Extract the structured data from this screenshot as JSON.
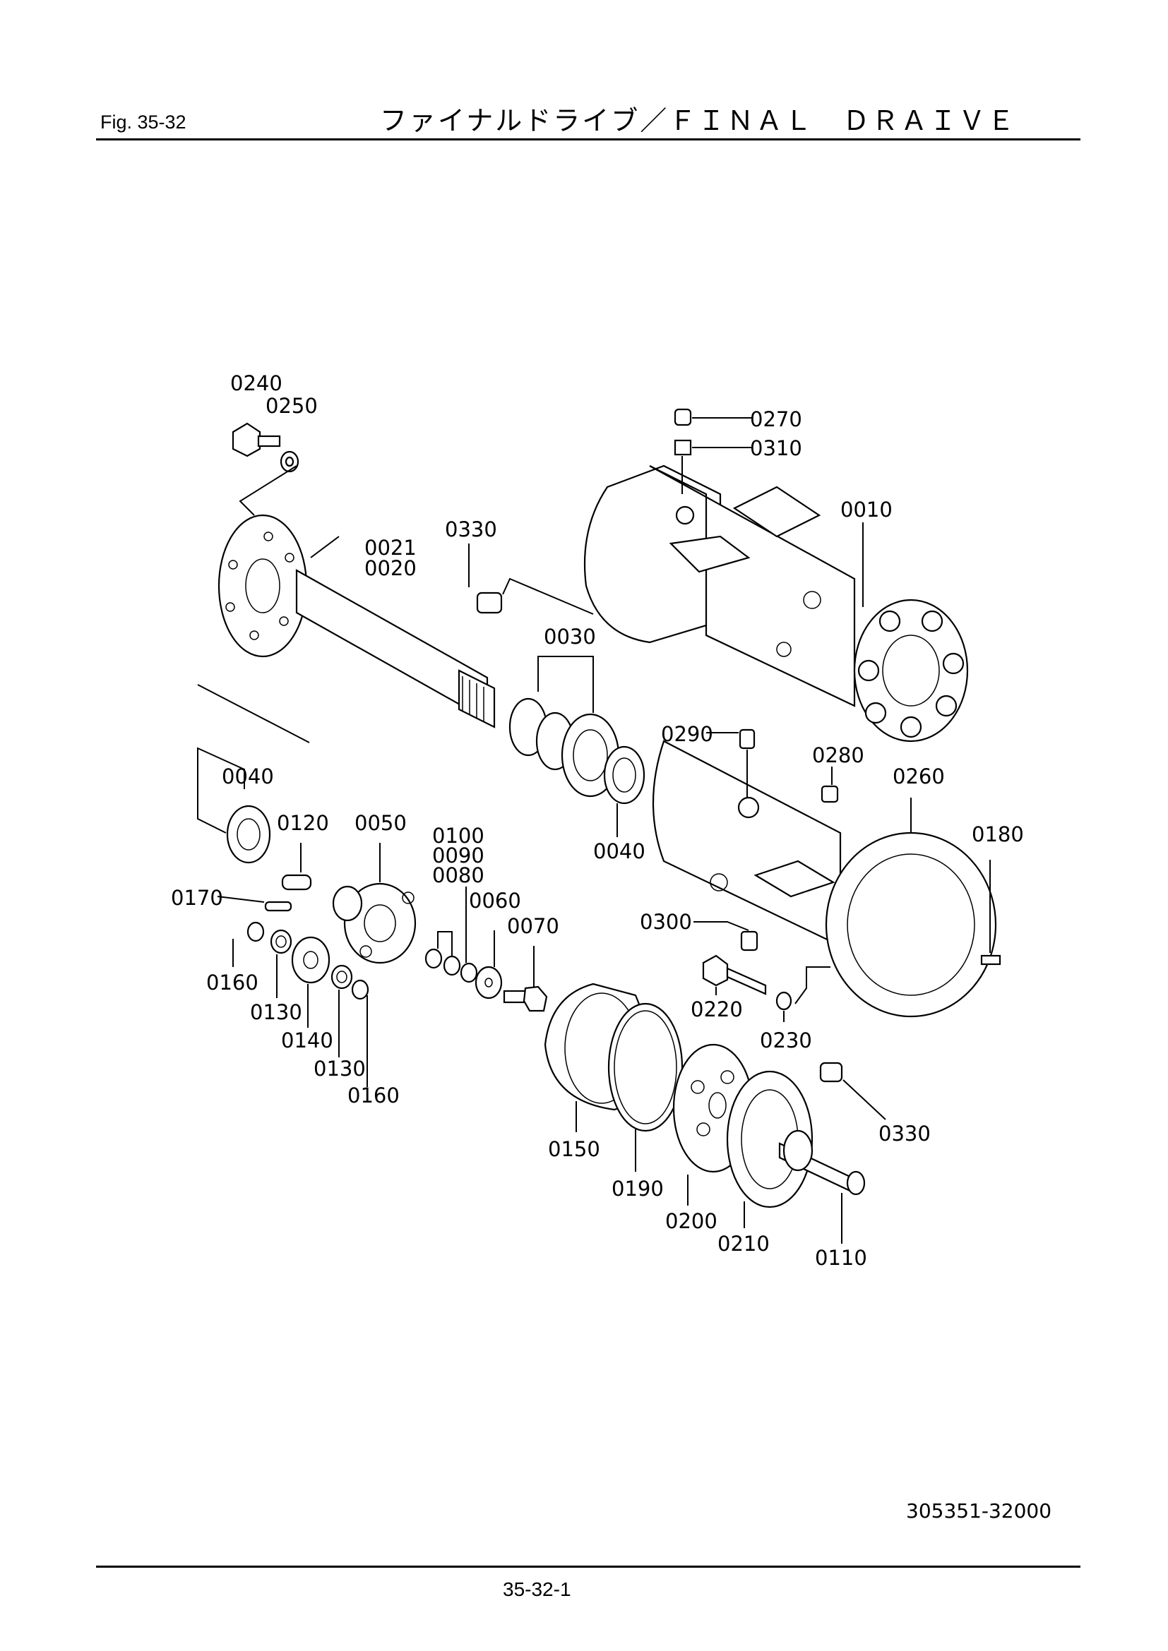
{
  "header": {
    "figure": "Fig.  35-32",
    "title": "ファイナルドライブ／ＦＩＮＡＬ　ＤＲＡＩＶＥ"
  },
  "drawing_code": "305351-32000",
  "page_number": "35-32-1",
  "callouts": {
    "c0240": "0240",
    "c0250": "0250",
    "c0270": "0270",
    "c0310": "0310",
    "c0010": "0010",
    "c0330a": "0330",
    "c0021": "0021",
    "c0020": "0020",
    "c0030": "0030",
    "c0290": "0290",
    "c0280": "0280",
    "c0260": "0260",
    "c0040a": "0040",
    "c0120": "0120",
    "c0050": "0050",
    "c0100": "0100",
    "c0090": "0090",
    "c0080": "0080",
    "c0040b": "0040",
    "c0180": "0180",
    "c0170": "0170",
    "c0060": "0060",
    "c0070": "0070",
    "c0300": "0300",
    "c0160a": "0160",
    "c0130a": "0130",
    "c0140": "0140",
    "c0130b": "0130",
    "c0160b": "0160",
    "c0220": "0220",
    "c0230": "0230",
    "c0330b": "0330",
    "c0150": "0150",
    "c0190": "0190",
    "c0200": "0200",
    "c0210": "0210",
    "c0110": "0110"
  }
}
